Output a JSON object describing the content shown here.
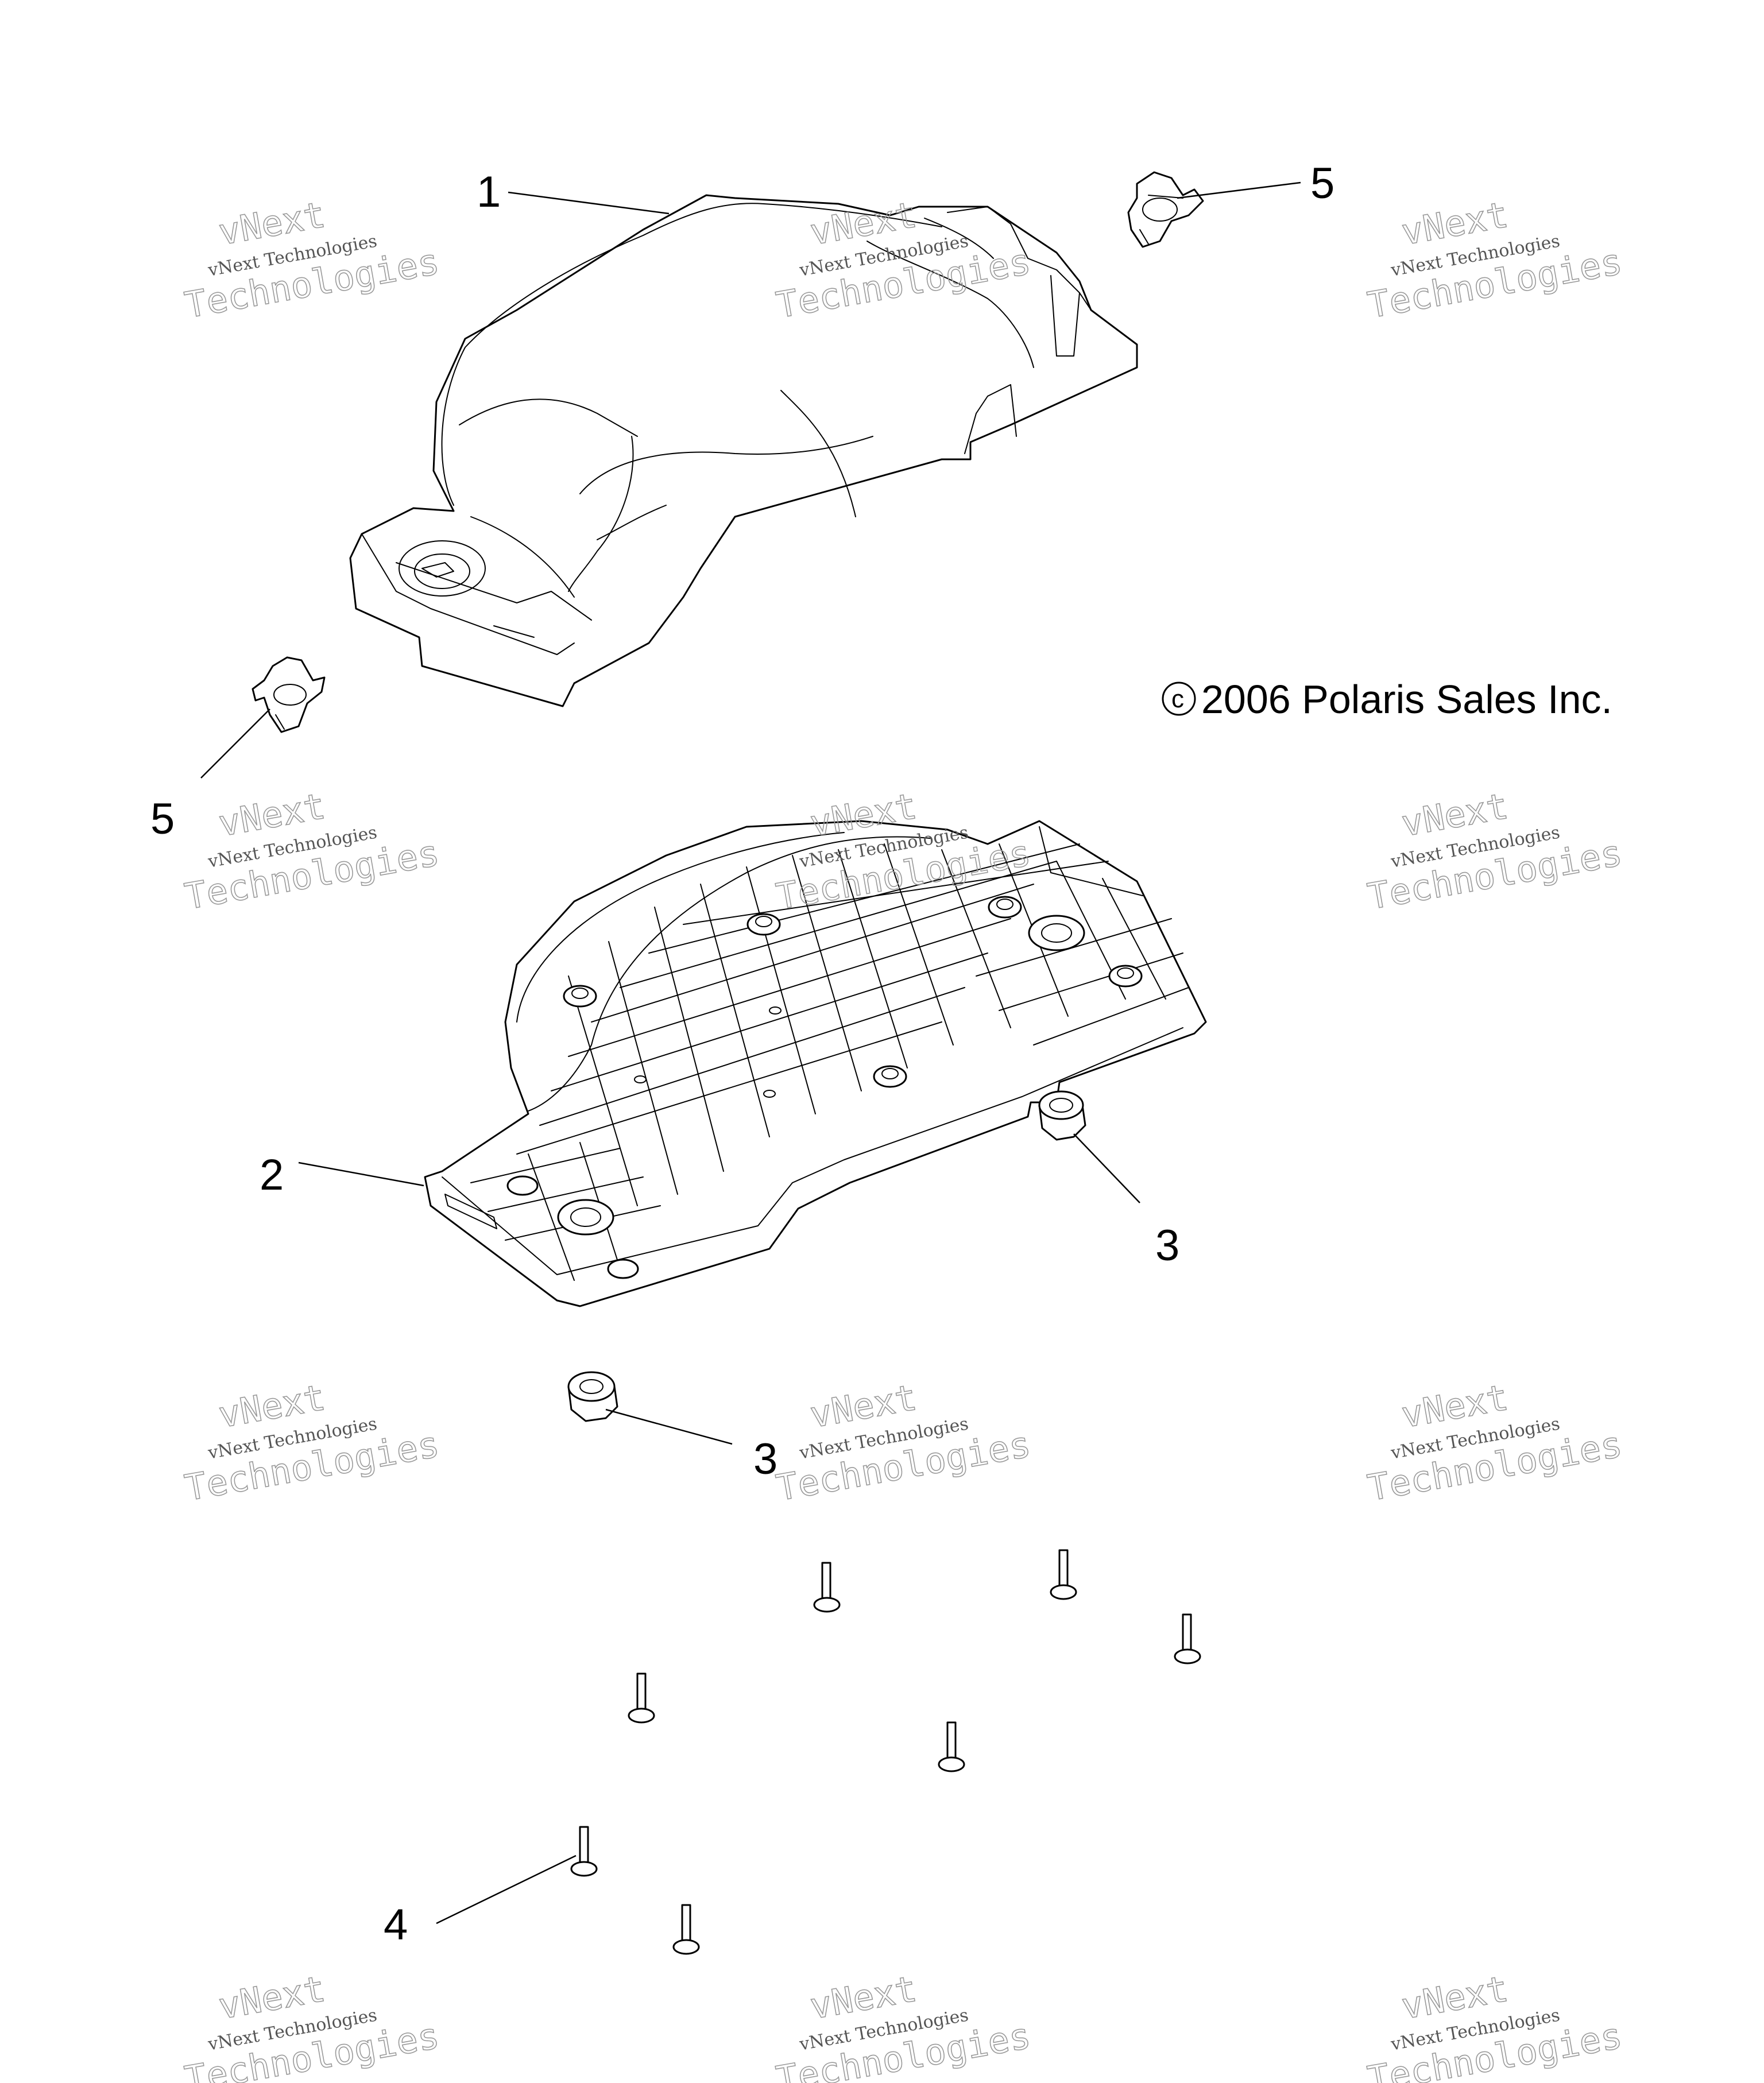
{
  "copyright": {
    "symbol": "c",
    "text": "2006 Polaris Sales Inc."
  },
  "callouts": [
    {
      "id": "callout-1",
      "label": "1"
    },
    {
      "id": "callout-5-top",
      "label": "5"
    },
    {
      "id": "callout-5-left",
      "label": "5"
    },
    {
      "id": "callout-2",
      "label": "2"
    },
    {
      "id": "callout-3-right",
      "label": "3"
    },
    {
      "id": "callout-3-lower",
      "label": "3"
    },
    {
      "id": "callout-4",
      "label": "4"
    }
  ],
  "watermark": {
    "line1": "vNext",
    "line2": "vNext Technologies",
    "line3": "Technologies"
  }
}
